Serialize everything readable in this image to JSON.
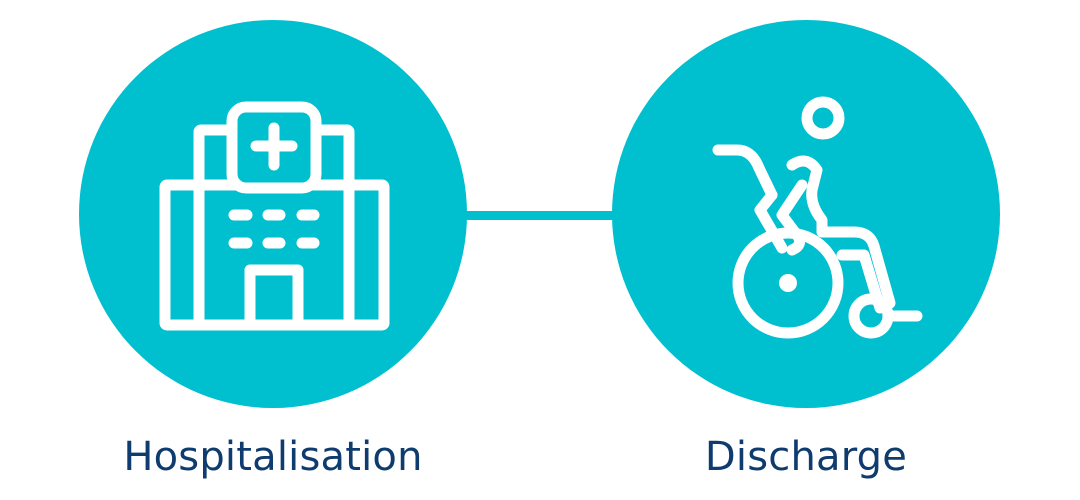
{
  "colors": {
    "circle": "#00BFCE",
    "icon": "#FFFFFF",
    "label": "#0F3C6E",
    "background": "#FFFFFF"
  },
  "steps": [
    {
      "label": "Hospitalisation",
      "icon": "hospital-building-icon"
    },
    {
      "label": "Discharge",
      "icon": "wheelchair-icon"
    }
  ],
  "connector": {
    "type": "line"
  }
}
